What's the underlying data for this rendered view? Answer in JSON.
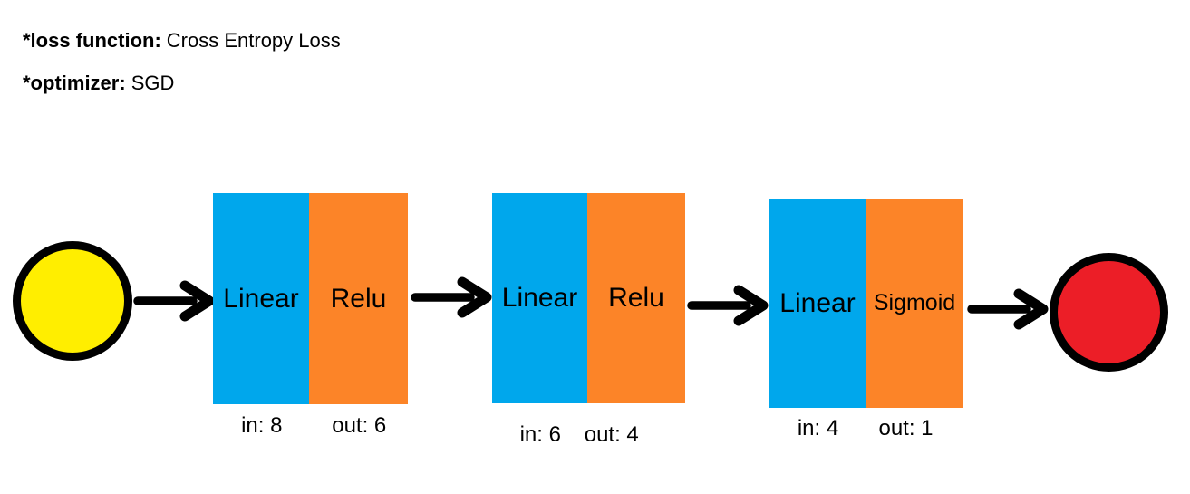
{
  "meta": {
    "loss_label": "*loss function:",
    "loss_value": "Cross Entropy Loss",
    "optimizer_label": "*optimizer:",
    "optimizer_value": "SGD"
  },
  "colors": {
    "blue": "#00A7EC",
    "orange": "#FC8428",
    "yellow": "#FFEE00",
    "red": "#EC1E27",
    "black": "#000000"
  },
  "layers": [
    {
      "linear": "Linear",
      "activation": "Relu",
      "in_label": "in: 8",
      "out_label": "out: 6"
    },
    {
      "linear": "Linear",
      "activation": "Relu",
      "in_label": "in: 6",
      "out_label": "out: 4"
    },
    {
      "linear": "Linear",
      "activation": "Sigmoid",
      "in_label": "in: 4",
      "out_label": "out: 1"
    }
  ]
}
